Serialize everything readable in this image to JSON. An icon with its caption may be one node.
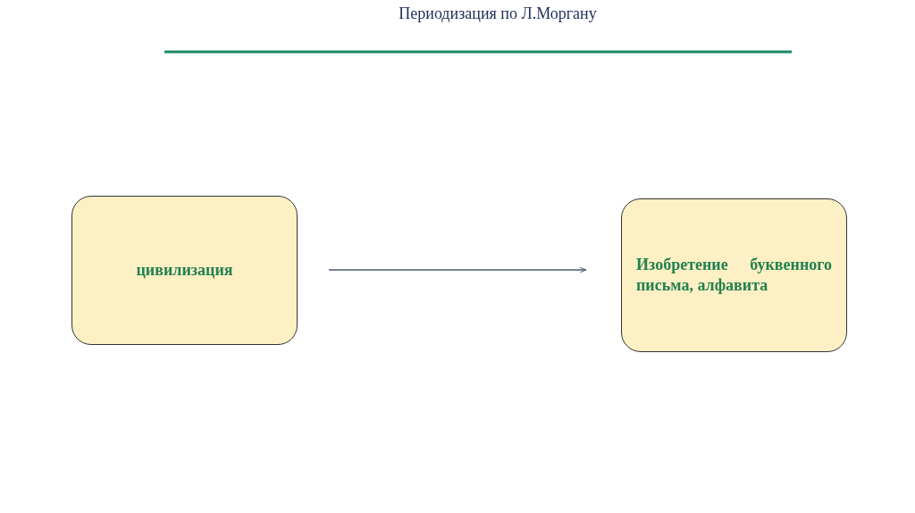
{
  "diagram": {
    "title": "Периодизация по Л.Моргану",
    "nodes": [
      {
        "text": [
          "цивилизация"
        ]
      },
      {
        "text": [
          "Изобретение буквенного письма, алфавита"
        ]
      }
    ],
    "edges": [
      {
        "from": 0,
        "to": 1,
        "arrow": "to"
      }
    ]
  }
}
